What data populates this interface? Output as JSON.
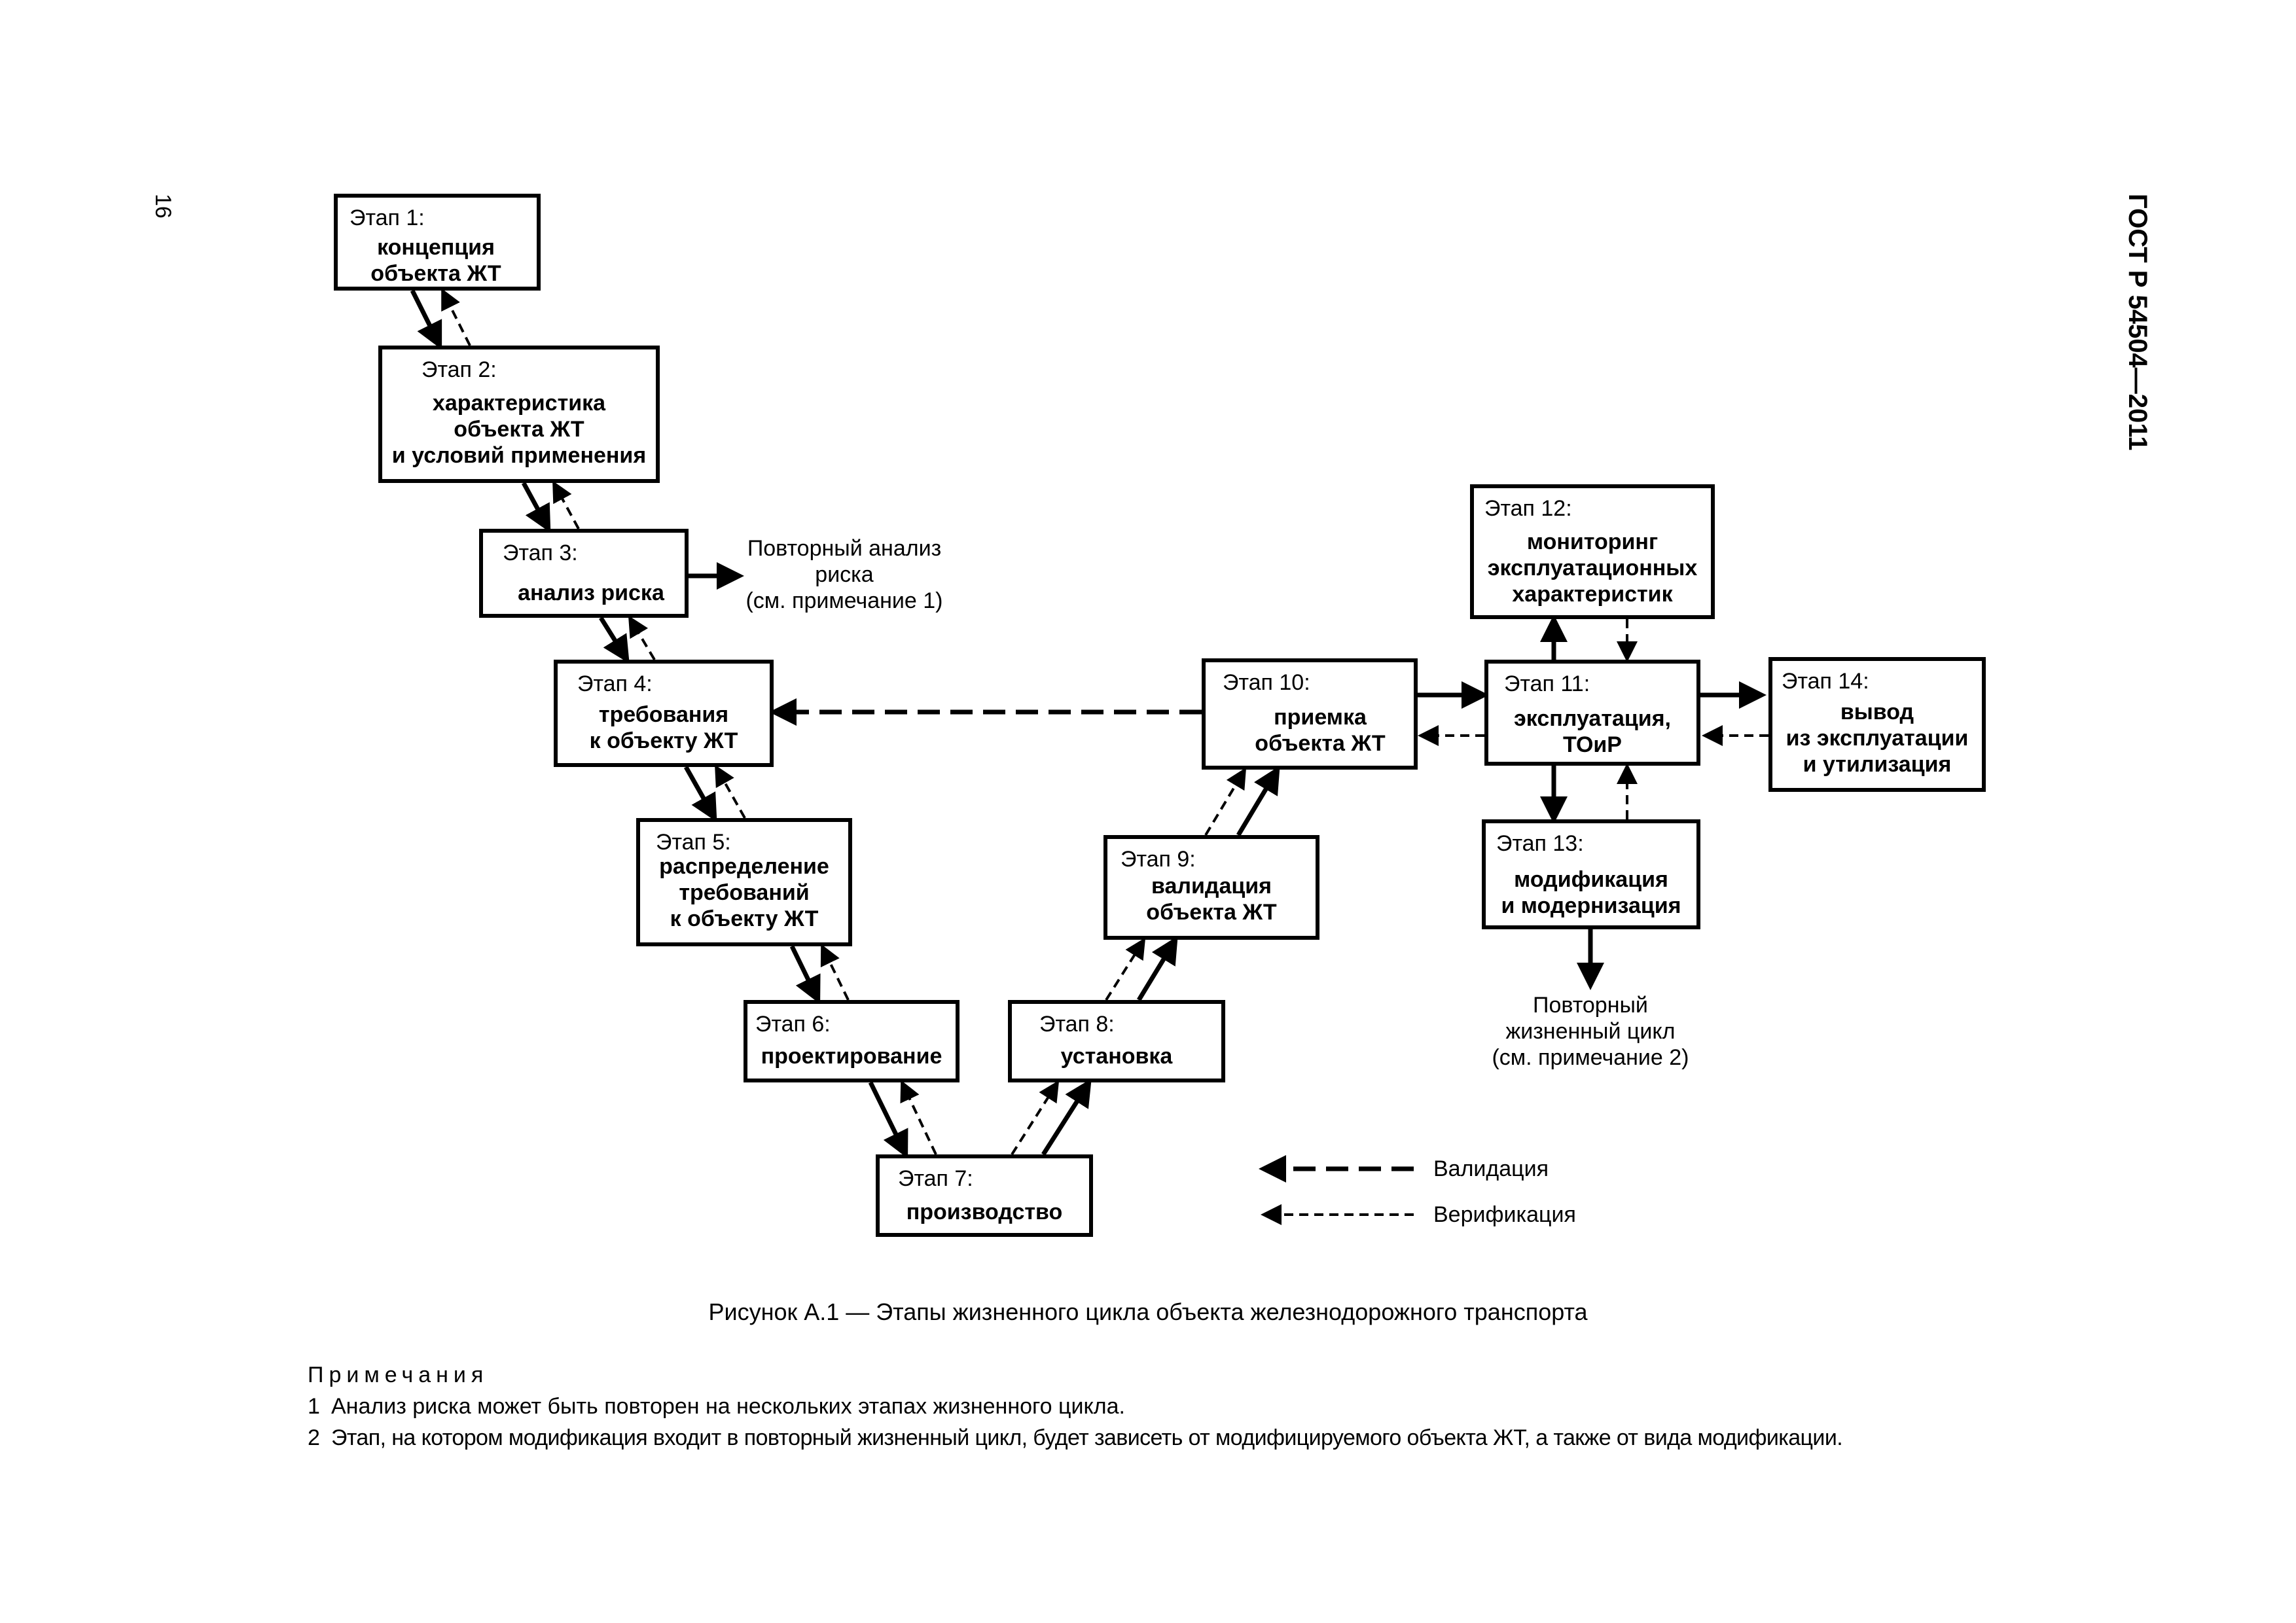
{
  "page_number": "16",
  "standard": "ГОСТ Р 54504—2011",
  "stages": [
    {
      "id": 1,
      "stage": "Этап 1:",
      "name": "концепция\nобъекта ЖТ"
    },
    {
      "id": 2,
      "stage": "Этап 2:",
      "name": "характеристика\nобъекта ЖТ\nи условий применения"
    },
    {
      "id": 3,
      "stage": "Этап 3:",
      "name": "анализ риска"
    },
    {
      "id": 4,
      "stage": "Этап 4:",
      "name": "требования\nк объекту ЖТ"
    },
    {
      "id": 5,
      "stage": "Этап 5:",
      "name": "распределение\nтребований\nк объекту ЖТ"
    },
    {
      "id": 6,
      "stage": "Этап 6:",
      "name": "проектирование"
    },
    {
      "id": 7,
      "stage": "Этап 7:",
      "name": "производство"
    },
    {
      "id": 8,
      "stage": "Этап 8:",
      "name": "установка"
    },
    {
      "id": 9,
      "stage": "Этап 9:",
      "name": "валидация\nобъекта ЖТ"
    },
    {
      "id": 10,
      "stage": "Этап 10:",
      "name": "приемка\nобъекта ЖТ"
    },
    {
      "id": 11,
      "stage": "Этап 11:",
      "name": "эксплуатация,\nТОиР"
    },
    {
      "id": 12,
      "stage": "Этап 12:",
      "name": "мониторинг\nэксплуатационных\nхарактеристик"
    },
    {
      "id": 13,
      "stage": "Этап 13:",
      "name": "модификация\nи модернизация"
    },
    {
      "id": 14,
      "stage": "Этап 14:",
      "name": "вывод\nиз эксплуатации\nи утилизация"
    }
  ],
  "annotations": {
    "risk_reanalysis": "Повторный анализ\nриска\n(см. примечание 1)",
    "repeat_cycle": "Повторный\nжизненный цикл\n(см. примечание 2)"
  },
  "legend": {
    "validation": "Валидация",
    "verification": "Верификация"
  },
  "caption": "Рисунок  А.1 — Этапы жизненного цикла объекта железнодорожного транспорта",
  "notes": {
    "title": "Примечания",
    "items": [
      {
        "num": "1",
        "text": "Анализ риска может быть повторен на нескольких этапах жизненного цикла."
      },
      {
        "num": "2",
        "text": "Этап, на котором модификация входит в повторный жизненный цикл, будет зависеть от модифицируемого объекта ЖТ, а также от вида модификации."
      }
    ]
  }
}
